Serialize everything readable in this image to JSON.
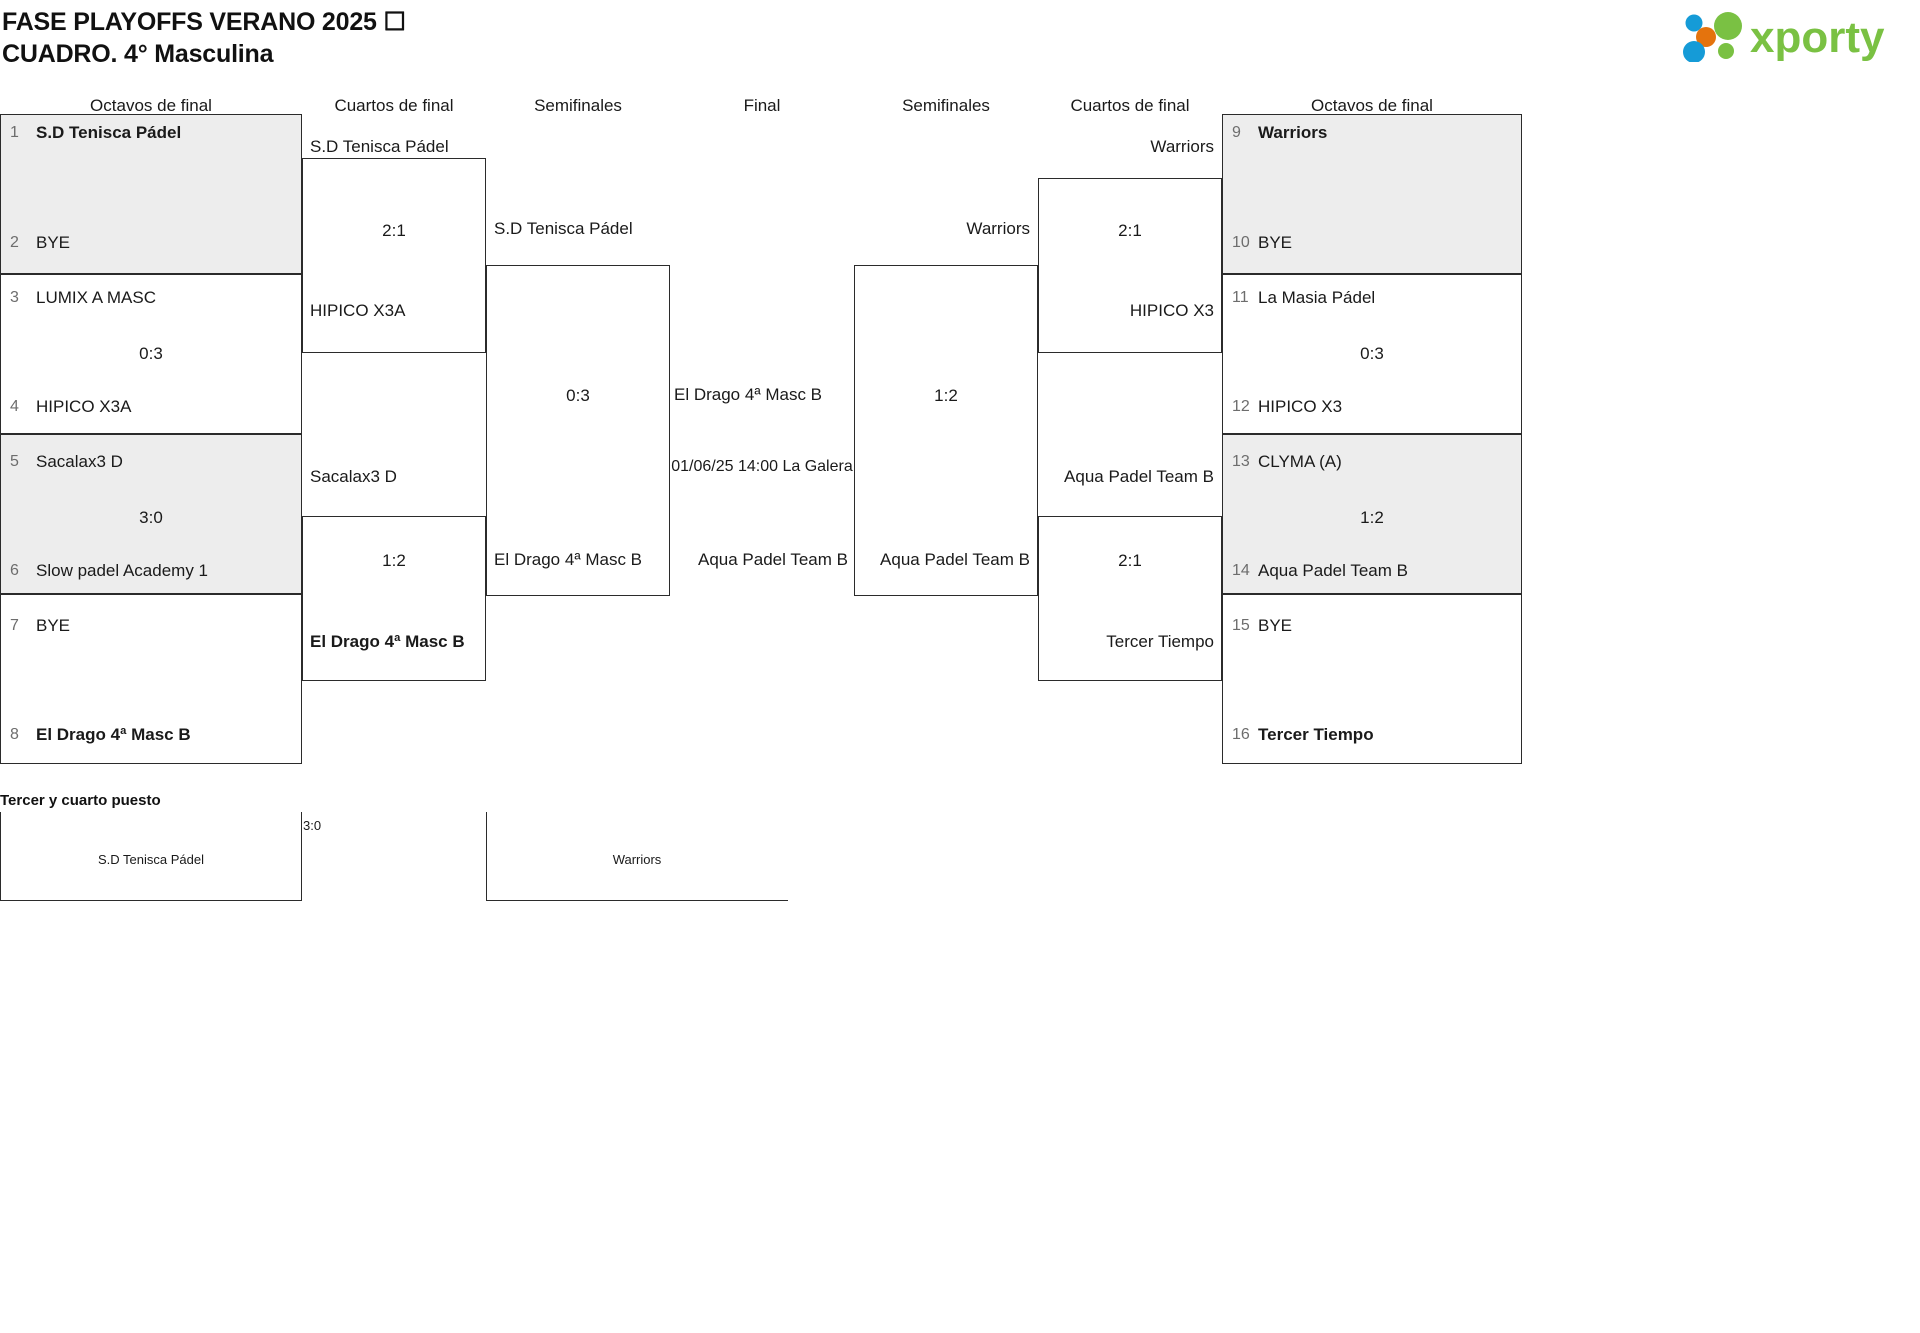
{
  "header": {
    "title": "FASE PLAYOFFS VERANO 2025 ☐\nCUADRO. 4° Masculina",
    "logo_text": "xporty",
    "logo_colors": {
      "blue": "#159bd7",
      "orange": "#e4730d",
      "green": "#7ac143"
    }
  },
  "rounds": {
    "left": [
      "Octavos de final",
      "Cuartos de final",
      "Semifinales"
    ],
    "center": "Final",
    "right": [
      "Semifinales",
      "Cuartos de final",
      "Octavos de final"
    ]
  },
  "left": {
    "octavos": [
      {
        "seed": "1",
        "name": "S.D Tenisca Pádel",
        "winner": true
      },
      {
        "seed": "2",
        "name": "BYE",
        "winner": false
      },
      {
        "seed": "3",
        "name": "LUMIX A MASC",
        "winner": false
      },
      {
        "seed": "4",
        "name": "HIPICO X3A",
        "winner": false
      },
      {
        "seed": "5",
        "name": "Sacalax3 D",
        "winner": false
      },
      {
        "seed": "6",
        "name": "Slow padel Academy 1",
        "winner": false
      },
      {
        "seed": "7",
        "name": "BYE",
        "winner": false
      },
      {
        "seed": "8",
        "name": "El Drago 4ª Masc B",
        "winner": true
      }
    ],
    "octavos_scores": [
      "",
      "0:3",
      "3:0",
      ""
    ],
    "cuartos": [
      {
        "name": "S.D Tenisca Pádel",
        "winner": false
      },
      {
        "name": "HIPICO X3A",
        "winner": false
      },
      {
        "name": "Sacalax3 D",
        "winner": false
      },
      {
        "name": "El Drago 4ª Masc B",
        "winner": true
      }
    ],
    "cuartos_scores": [
      "2:1",
      "1:2"
    ],
    "semis": [
      {
        "name": "S.D Tenisca Pádel",
        "winner": false
      },
      {
        "name": "El Drago 4ª Masc B",
        "winner": false
      }
    ],
    "semis_score": "0:3"
  },
  "right": {
    "octavos": [
      {
        "seed": "9",
        "name": "Warriors",
        "winner": true
      },
      {
        "seed": "10",
        "name": "BYE",
        "winner": false
      },
      {
        "seed": "11",
        "name": "La Masia Pádel",
        "winner": false
      },
      {
        "seed": "12",
        "name": "HIPICO X3",
        "winner": false
      },
      {
        "seed": "13",
        "name": "CLYMA (A)",
        "winner": false
      },
      {
        "seed": "14",
        "name": "Aqua Padel Team B",
        "winner": false
      },
      {
        "seed": "15",
        "name": "BYE",
        "winner": false
      },
      {
        "seed": "16",
        "name": "Tercer Tiempo",
        "winner": true
      }
    ],
    "octavos_scores": [
      "",
      "0:3",
      "1:2",
      ""
    ],
    "cuartos": [
      {
        "name": "Warriors",
        "winner": false
      },
      {
        "name": "HIPICO X3",
        "winner": false
      },
      {
        "name": "Aqua Padel Team B",
        "winner": false
      },
      {
        "name": "Tercer Tiempo",
        "winner": false
      }
    ],
    "cuartos_scores": [
      "2:1",
      "2:1"
    ],
    "semis": [
      {
        "name": "Warriors",
        "winner": false
      },
      {
        "name": "Aqua Padel Team B",
        "winner": false
      }
    ],
    "semis_score": "1:2"
  },
  "final": {
    "top_team": "El Drago 4ª Masc B",
    "bottom_team": "Aqua Padel Team B",
    "schedule": "01/06/25 14:00 La Galera"
  },
  "third_place": {
    "title": "Tercer y cuarto puesto",
    "left_team": "S.D Tenisca Pádel",
    "right_team": "Warriors",
    "score": "3:0"
  }
}
